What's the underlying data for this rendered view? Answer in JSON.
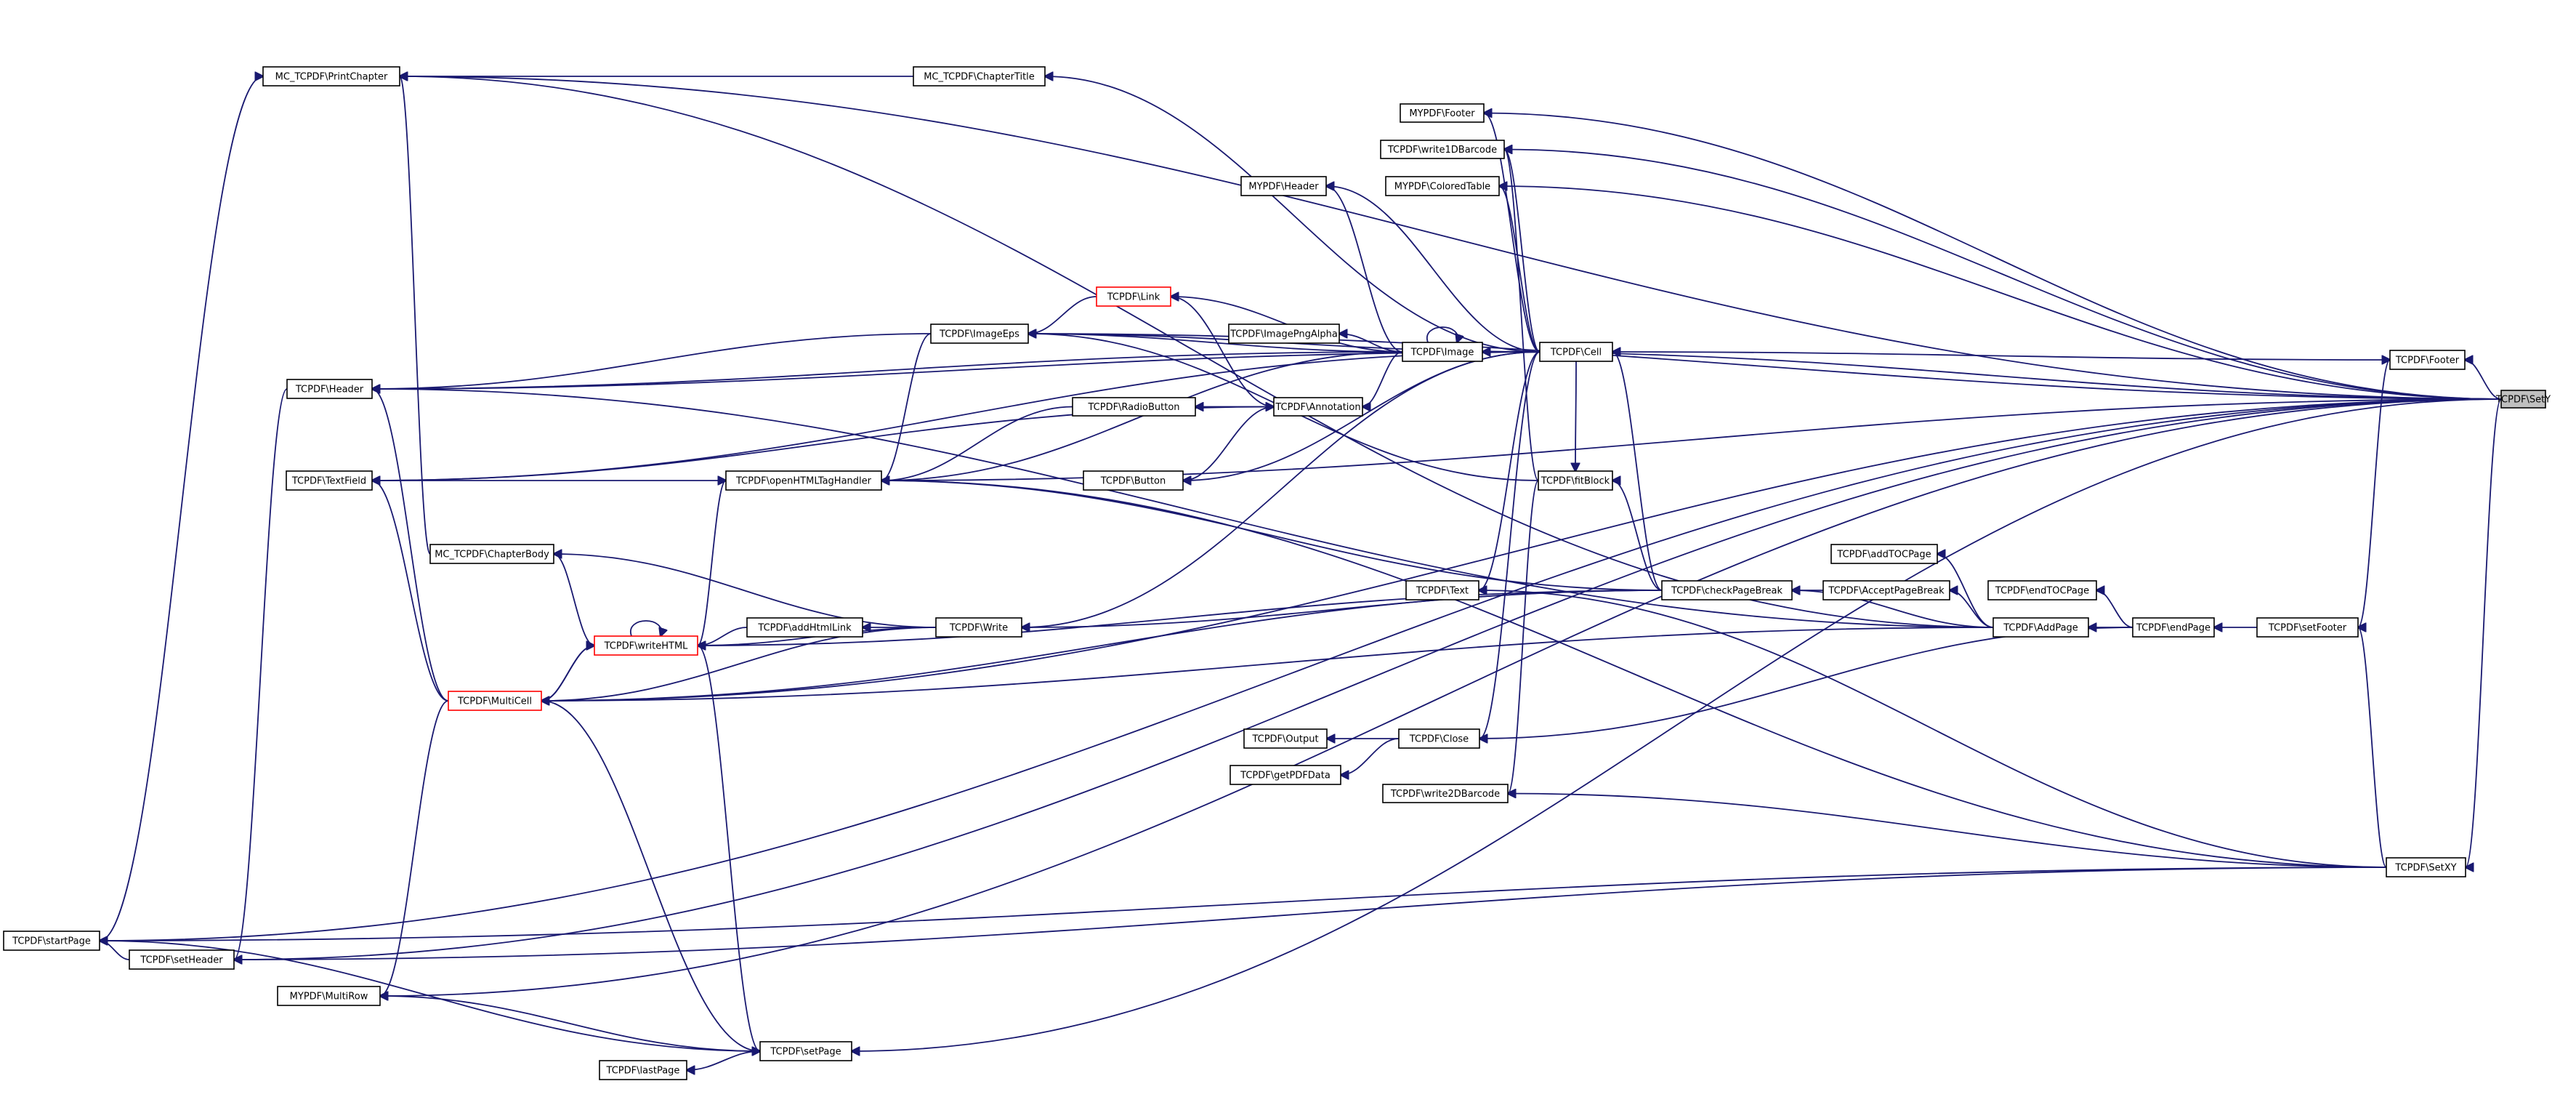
{
  "diagram": {
    "type": "doxygen-caller-graph",
    "edge_color": "#191970",
    "root_fill": "#bfbfbf",
    "link_border_color": "#ff0000",
    "nodes": [
      {
        "id": "setY",
        "label": "TCPDF\\SetY",
        "style": "root"
      },
      {
        "id": "printChapter",
        "label": "MC_TCPDF\\PrintChapter"
      },
      {
        "id": "chapterTitle",
        "label": "MC_TCPDF\\ChapterTitle"
      },
      {
        "id": "mypdfFooter",
        "label": "MYPDF\\Footer"
      },
      {
        "id": "write1D",
        "label": "TCPDF\\write1DBarcode"
      },
      {
        "id": "mypdfColored",
        "label": "MYPDF\\ColoredTable"
      },
      {
        "id": "mypdfHeader",
        "label": "MYPDF\\Header"
      },
      {
        "id": "link",
        "label": "TCPDF\\Link",
        "style": "red"
      },
      {
        "id": "imageEps",
        "label": "TCPDF\\ImageEps"
      },
      {
        "id": "imagePng",
        "label": "TCPDF\\ImagePngAlpha"
      },
      {
        "id": "image",
        "label": "TCPDF\\Image"
      },
      {
        "id": "cell",
        "label": "TCPDF\\Cell"
      },
      {
        "id": "footer",
        "label": "TCPDF\\Footer"
      },
      {
        "id": "header",
        "label": "TCPDF\\Header"
      },
      {
        "id": "radio",
        "label": "TCPDF\\RadioButton"
      },
      {
        "id": "annotation",
        "label": "TCPDF\\Annotation"
      },
      {
        "id": "textField",
        "label": "TCPDF\\TextField"
      },
      {
        "id": "openHTML",
        "label": "TCPDF\\openHTMLTagHandler"
      },
      {
        "id": "button",
        "label": "TCPDF\\Button"
      },
      {
        "id": "fitBlock",
        "label": "TCPDF\\fitBlock"
      },
      {
        "id": "chapterBody",
        "label": "MC_TCPDF\\ChapterBody"
      },
      {
        "id": "addTOCPage",
        "label": "TCPDF\\addTOCPage"
      },
      {
        "id": "endTOCPage",
        "label": "TCPDF\\endTOCPage"
      },
      {
        "id": "text",
        "label": "TCPDF\\Text"
      },
      {
        "id": "checkPB",
        "label": "TCPDF\\checkPageBreak"
      },
      {
        "id": "acceptPB",
        "label": "TCPDF\\AcceptPageBreak"
      },
      {
        "id": "writeHTML",
        "label": "TCPDF\\writeHTML",
        "style": "red"
      },
      {
        "id": "addHtmlLink",
        "label": "TCPDF\\addHtmlLink"
      },
      {
        "id": "write",
        "label": "TCPDF\\Write"
      },
      {
        "id": "addPage",
        "label": "TCPDF\\AddPage"
      },
      {
        "id": "endPage",
        "label": "TCPDF\\endPage"
      },
      {
        "id": "setFooter",
        "label": "TCPDF\\setFooter"
      },
      {
        "id": "multiCell",
        "label": "TCPDF\\MultiCell",
        "style": "red"
      },
      {
        "id": "output",
        "label": "TCPDF\\Output"
      },
      {
        "id": "close",
        "label": "TCPDF\\Close"
      },
      {
        "id": "getPDFData",
        "label": "TCPDF\\getPDFData"
      },
      {
        "id": "write2D",
        "label": "TCPDF\\write2DBarcode"
      },
      {
        "id": "setXY",
        "label": "TCPDF\\SetXY"
      },
      {
        "id": "startPage",
        "label": "TCPDF\\startPage"
      },
      {
        "id": "setHeader",
        "label": "TCPDF\\setHeader"
      },
      {
        "id": "multiRow",
        "label": "MYPDF\\MultiRow"
      },
      {
        "id": "setPage",
        "label": "TCPDF\\setPage"
      },
      {
        "id": "lastPage",
        "label": "TCPDF\\lastPage"
      }
    ],
    "edges": [
      {
        "from": "setY",
        "to": "printChapter"
      },
      {
        "from": "chapterTitle",
        "to": "printChapter"
      },
      {
        "from": "setY",
        "to": "mypdfFooter"
      },
      {
        "from": "setY",
        "to": "write1D"
      },
      {
        "from": "setY",
        "to": "mypdfColored"
      },
      {
        "from": "setY",
        "to": "imageEps"
      },
      {
        "from": "setY",
        "to": "image"
      },
      {
        "from": "setY",
        "to": "footer"
      },
      {
        "from": "setY",
        "to": "setXY"
      },
      {
        "from": "setY",
        "to": "multiRow"
      },
      {
        "from": "setY",
        "to": "multiCell"
      },
      {
        "from": "setY",
        "to": "setPage"
      },
      {
        "from": "setY",
        "to": "startPage"
      },
      {
        "from": "setY",
        "to": "setHeader"
      },
      {
        "from": "setY",
        "to": "openHTML"
      },
      {
        "from": "cell",
        "to": "chapterTitle"
      },
      {
        "from": "cell",
        "to": "mypdfFooter"
      },
      {
        "from": "cell",
        "to": "write1D"
      },
      {
        "from": "cell",
        "to": "mypdfColored"
      },
      {
        "from": "cell",
        "to": "mypdfHeader"
      },
      {
        "from": "cell",
        "to": "image"
      },
      {
        "from": "cell",
        "to": "imageEps"
      },
      {
        "from": "cell",
        "to": "header"
      },
      {
        "from": "cell",
        "to": "textField"
      },
      {
        "from": "cell",
        "to": "button"
      },
      {
        "from": "cell",
        "to": "write"
      },
      {
        "from": "cell",
        "to": "text"
      },
      {
        "from": "cell",
        "to": "close"
      },
      {
        "from": "cell",
        "to": "footer"
      },
      {
        "from": "cell",
        "to": "fitBlock"
      },
      {
        "from": "image",
        "to": "image"
      },
      {
        "from": "image",
        "to": "link"
      },
      {
        "from": "image",
        "to": "imagePng"
      },
      {
        "from": "image",
        "to": "annotation"
      },
      {
        "from": "image",
        "to": "openHTML"
      },
      {
        "from": "image",
        "to": "mypdfHeader"
      },
      {
        "from": "image",
        "to": "header"
      },
      {
        "from": "image",
        "to": "imageEps"
      },
      {
        "from": "link",
        "to": "imageEps"
      },
      {
        "from": "link",
        "to": "annotation"
      },
      {
        "from": "imageEps",
        "to": "header"
      },
      {
        "from": "imageEps",
        "to": "openHTML"
      },
      {
        "from": "annotation",
        "to": "radio"
      },
      {
        "from": "annotation",
        "to": "button"
      },
      {
        "from": "annotation",
        "to": "textField"
      },
      {
        "from": "radio",
        "to": "openHTML"
      },
      {
        "from": "textField",
        "to": "openHTML"
      },
      {
        "from": "openHTML",
        "to": "writeHTML"
      },
      {
        "from": "checkPB",
        "to": "fitBlock"
      },
      {
        "from": "checkPB",
        "to": "cell"
      },
      {
        "from": "checkPB",
        "to": "openHTML"
      },
      {
        "from": "checkPB",
        "to": "write"
      },
      {
        "from": "checkPB",
        "to": "writeHTML"
      },
      {
        "from": "checkPB",
        "to": "multiCell"
      },
      {
        "from": "fitBlock",
        "to": "imageEps"
      },
      {
        "from": "fitBlock",
        "to": "write1D"
      },
      {
        "from": "fitBlock",
        "to": "write2D"
      },
      {
        "from": "acceptPB",
        "to": "checkPB"
      },
      {
        "from": "addPage",
        "to": "checkPB"
      },
      {
        "from": "addPage",
        "to": "acceptPB"
      },
      {
        "from": "addPage",
        "to": "addTOCPage"
      },
      {
        "from": "addPage",
        "to": "printChapter"
      },
      {
        "from": "addPage",
        "to": "multiCell"
      },
      {
        "from": "addPage",
        "to": "header"
      },
      {
        "from": "endPage",
        "to": "addPage"
      },
      {
        "from": "endPage",
        "to": "endTOCPage"
      },
      {
        "from": "endPage",
        "to": "close"
      },
      {
        "from": "setFooter",
        "to": "endPage"
      },
      {
        "from": "footer",
        "to": "setFooter"
      },
      {
        "from": "write",
        "to": "addHtmlLink"
      },
      {
        "from": "write",
        "to": "writeHTML"
      },
      {
        "from": "write",
        "to": "chapterBody"
      },
      {
        "from": "write",
        "to": "multiCell"
      },
      {
        "from": "addHtmlLink",
        "to": "writeHTML"
      },
      {
        "from": "writeHTML",
        "to": "writeHTML"
      },
      {
        "from": "writeHTML",
        "to": "multiCell"
      },
      {
        "from": "multiCell",
        "to": "writeHTML"
      },
      {
        "from": "writeHTML",
        "to": "setPage"
      },
      {
        "from": "multiCell",
        "to": "multiRow"
      },
      {
        "from": "multiCell",
        "to": "setPage"
      },
      {
        "from": "multiCell",
        "to": "header"
      },
      {
        "from": "multiCell",
        "to": "textField"
      },
      {
        "from": "close",
        "to": "output"
      },
      {
        "from": "close",
        "to": "getPDFData"
      },
      {
        "from": "setXY",
        "to": "startPage"
      },
      {
        "from": "setXY",
        "to": "setHeader"
      },
      {
        "from": "setXY",
        "to": "setFooter"
      },
      {
        "from": "setXY",
        "to": "text"
      },
      {
        "from": "setXY",
        "to": "write2D"
      },
      {
        "from": "setXY",
        "to": "openHTML"
      },
      {
        "from": "setHeader",
        "to": "startPage"
      },
      {
        "from": "header",
        "to": "setHeader"
      },
      {
        "from": "startPage",
        "to": "printChapter"
      },
      {
        "from": "setPage",
        "to": "startPage"
      },
      {
        "from": "setPage",
        "to": "lastPage"
      },
      {
        "from": "setPage",
        "to": "multiRow"
      },
      {
        "from": "chapterBody",
        "to": "printChapter"
      },
      {
        "from": "chapterBody",
        "to": "writeHTML"
      }
    ]
  }
}
